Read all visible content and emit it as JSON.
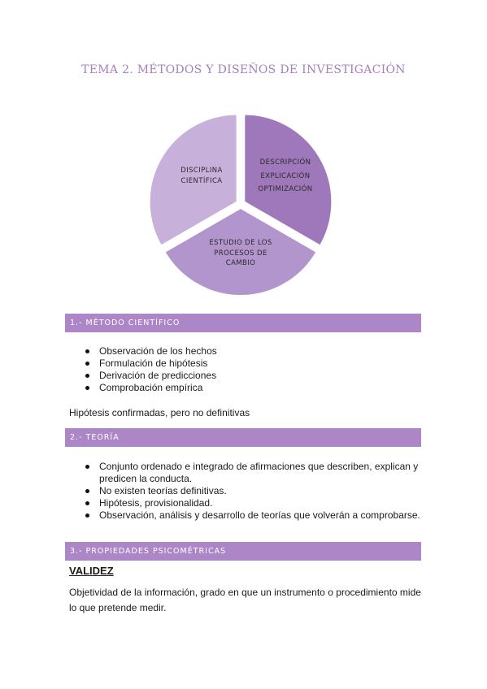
{
  "title": "TEMA 2. MÉTODOS Y DISEÑOS DE INVESTIGACIÓN",
  "diagram": {
    "colors": {
      "left": "#c7b0da",
      "right": "#9f78bb",
      "bottom": "#b195cc"
    },
    "left_lines": [
      "DISCIPLINA",
      "CIENTÍFICA"
    ],
    "right_lines": [
      "DESCRIPCIÓN",
      "EXPLICACIÓN",
      "OPTIMIZACIÓN"
    ],
    "bottom_lines": [
      "ESTUDIO DE LOS",
      "PROCESOS DE",
      "CAMBIO"
    ]
  },
  "section1": {
    "heading": "1.- MÉTODO CIENTÍFICO",
    "items": [
      "Observación de los hechos",
      "Formulación de hipótesis",
      "Derivación de predicciones",
      "Comprobación empírica"
    ],
    "note": "Hipótesis confirmadas, pero no definitivas"
  },
  "section2": {
    "heading": "2.- TEORÍA",
    "items": [
      "Conjunto ordenado e integrado de afirmaciones que describen, explican y predicen la conducta.",
      "No existen teorías definitivas.",
      "Hipótesis, provisionalidad.",
      "Observación, análisis y desarrollo de teorías que volverán a comprobarse."
    ]
  },
  "section3": {
    "heading": "3.- PROPIEDADES PSICOMÉTRICAS",
    "subheading": "VALIDEZ",
    "paragraph": "Objetividad de la información, grado en que un instrumento o procedimiento mide lo que pretende medir."
  }
}
